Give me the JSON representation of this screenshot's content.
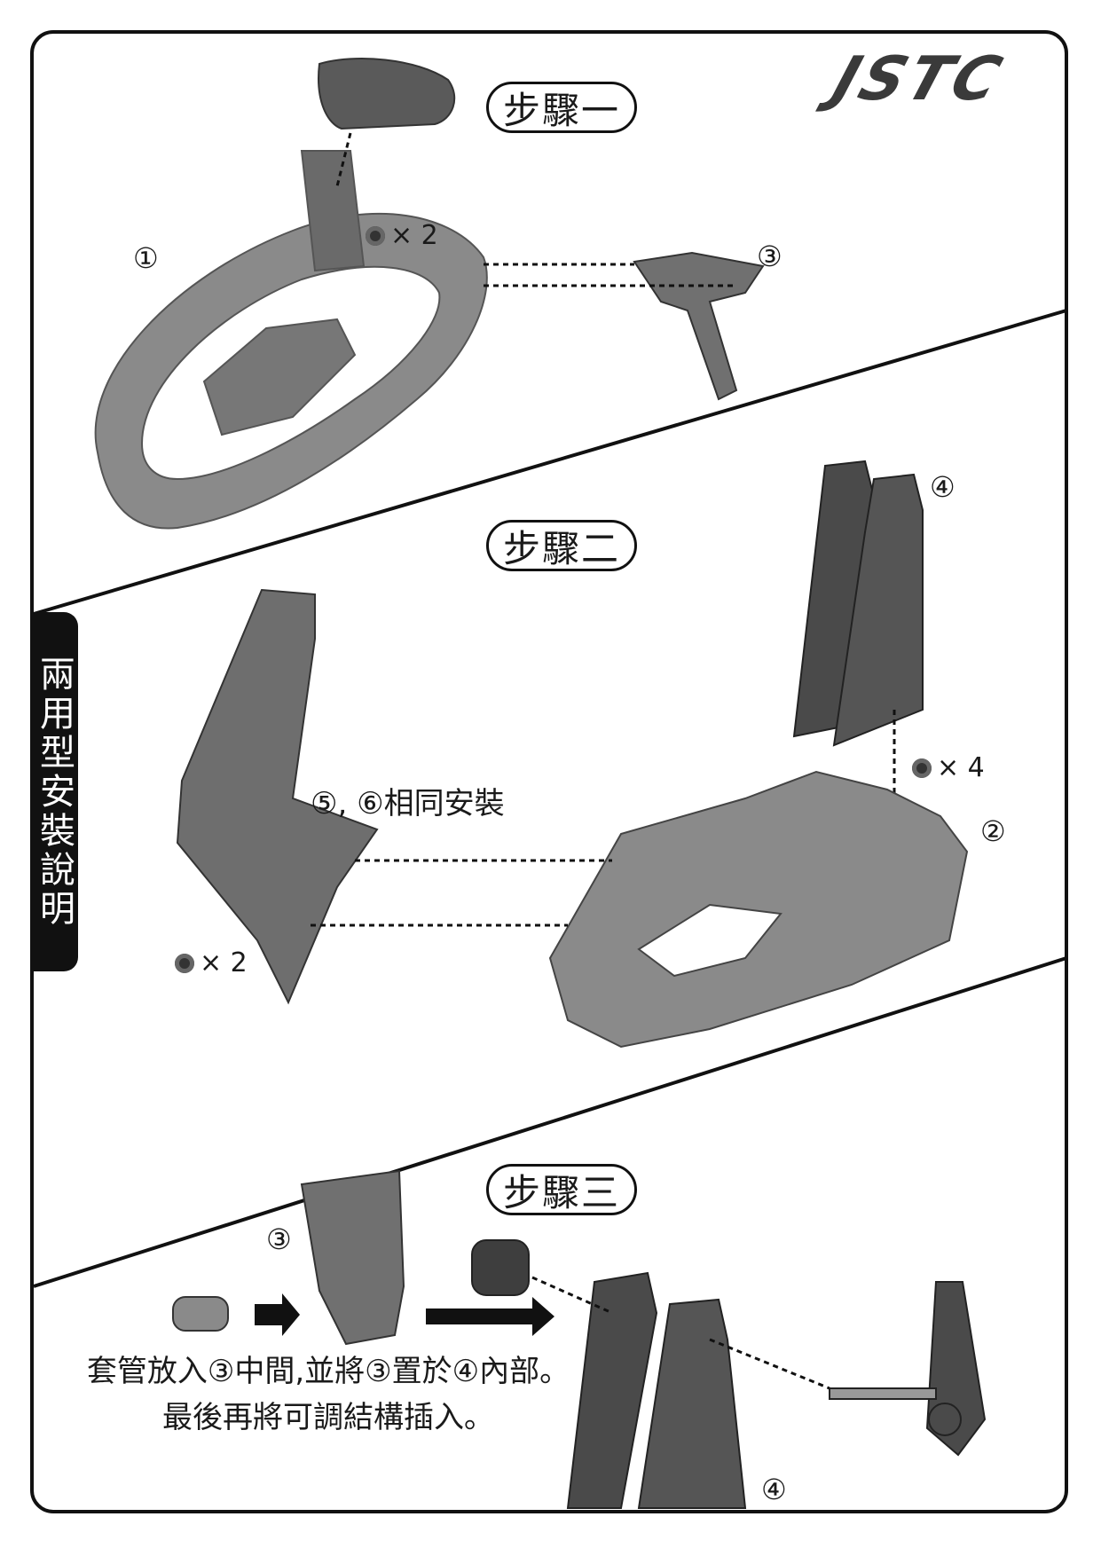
{
  "brand": {
    "logo_text": "JSTC"
  },
  "side_tab": {
    "text": "兩用型安裝說明"
  },
  "steps": [
    {
      "title": "步驟一",
      "parts": [
        "①",
        "③"
      ],
      "bolt_qty": "× 2"
    },
    {
      "title": "步驟二",
      "parts": [
        "④",
        "②"
      ],
      "bolt_qty_top": "× 4",
      "bolt_qty_left": "× 2",
      "note": "⑤, ⑥相同安裝"
    },
    {
      "title": "步驟三",
      "parts": [
        "③",
        "④"
      ],
      "note_line1": "套管放入③中間,並將③置於④內部。",
      "note_line2": "最後再將可調結構插入。"
    }
  ],
  "colors": {
    "frame": "#111111",
    "part_fill": "#8a8a8a",
    "part_dark": "#4a4a4a",
    "tab_bg": "#111111"
  },
  "icons": [
    "bolt-icon",
    "arrow-right-icon"
  ]
}
